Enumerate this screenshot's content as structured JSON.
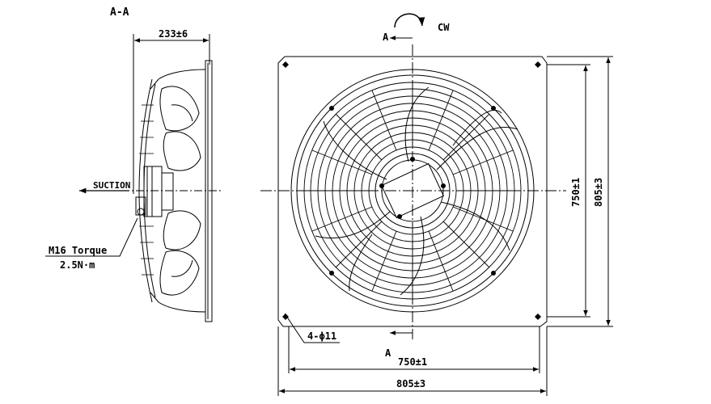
{
  "section_view": {
    "title": "A-A",
    "depth_dim": "233±6",
    "suction_label": "SUCTION",
    "mount_note_line1": "M16 Torque",
    "mount_note_line2": "2.5N·m"
  },
  "front_view": {
    "section_mark_top": "A",
    "section_mark_bottom": "A",
    "rotation_label": "CW",
    "hole_note": "4-ϕ11",
    "dim_bolt_spacing_horizontal": "750±1",
    "dim_overall_horizontal": "805±3",
    "dim_bolt_spacing_vertical": "750±1",
    "dim_overall_vertical": "805±3"
  },
  "colors": {
    "line": "#000000",
    "background": "#ffffff"
  }
}
